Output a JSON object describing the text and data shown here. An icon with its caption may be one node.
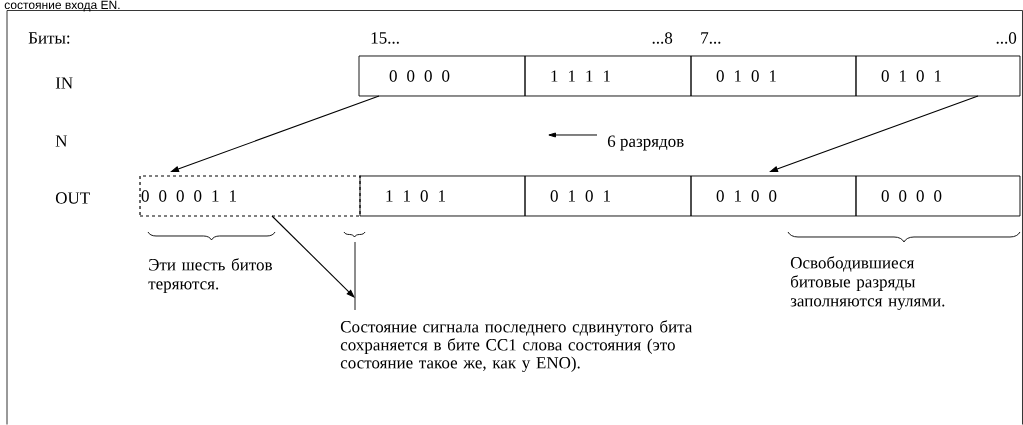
{
  "diagram": {
    "nodes": [
      {
        "text": [
          "0 0 0 0"
        ]
      },
      {
        "text": [
          "1 1 1 1"
        ]
      },
      {
        "text": [
          "0 1 0 1"
        ]
      },
      {
        "text": [
          "0 1 0 1"
        ]
      },
      {
        "text": [
          "0 0 0 0 1 1"
        ]
      },
      {
        "text": [
          "1 1 0 1"
        ]
      },
      {
        "text": [
          "0 1 0 1"
        ]
      },
      {
        "text": [
          "0 1 0 0"
        ]
      },
      {
        "text": [
          "0 0 0 0"
        ]
      },
      {
        "text": [
          "Состояние сигнала последнего сдвинутого бита сохраняется в бите CC1 слова состояния (это состояние такое же, как у ENO)."
        ]
      }
    ],
    "edges": [
      {
        "from": 0,
        "to": 4,
        "arrow": "to"
      },
      {
        "from": 3,
        "to": 7,
        "arrow": "to"
      },
      {
        "from": 4,
        "to": 9,
        "arrow": "to"
      }
    ],
    "labels": [
      "состояние входа EN.",
      "Биты:",
      "15...",
      "...8",
      "7...",
      "...0",
      "IN",
      "N",
      "6 разрядов",
      "OUT",
      "Эти шесть битов теряются.",
      "Освободившиеся битовые разряды заполняются нулями."
    ]
  }
}
